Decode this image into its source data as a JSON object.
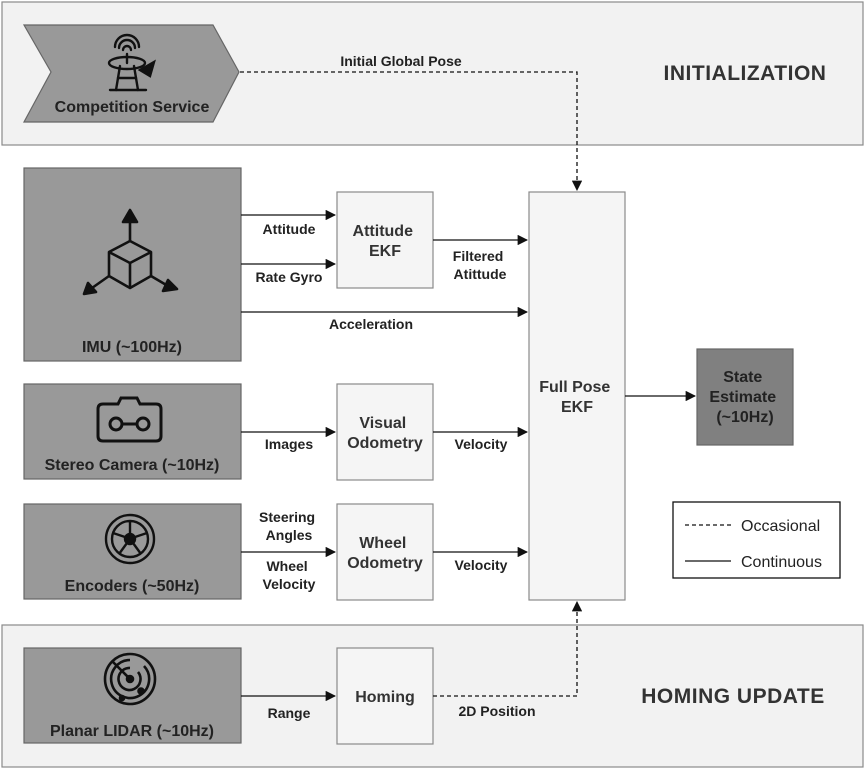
{
  "sections": {
    "initialization": "INITIALIZATION",
    "homing_update": "HOMING UPDATE"
  },
  "sensors": {
    "competition_service": "Competition Service",
    "imu": "IMU (~100Hz)",
    "stereo_camera": "Stereo Camera (~10Hz)",
    "encoders": "Encoders (~50Hz)",
    "planar_lidar": "Planar LIDAR (~10Hz)"
  },
  "processors": {
    "attitude_ekf": [
      "Attitude",
      "EKF"
    ],
    "visual_odometry": [
      "Visual",
      "Odometry"
    ],
    "wheel_odometry": [
      "Wheel",
      "Odometry"
    ],
    "homing": "Homing",
    "full_pose_ekf": [
      "Full Pose",
      "EKF"
    ]
  },
  "output": {
    "state_estimate": [
      "State",
      "Estimate",
      "(~10Hz)"
    ]
  },
  "edges": {
    "initial_global_pose": "Initial Global Pose",
    "attitude": "Attitude",
    "rate_gyro": "Rate Gyro",
    "filtered_attitude": [
      "Filtered",
      "Atittude"
    ],
    "acceleration": "Acceleration",
    "images": "Images",
    "velocity_visual": "Velocity",
    "steering_angles": [
      "Steering",
      "Angles"
    ],
    "wheel_velocity": [
      "Wheel",
      "Velocity"
    ],
    "velocity_wheel": "Velocity",
    "range": "Range",
    "position_2d": "2D Position"
  },
  "legend": {
    "occasional": "Occasional",
    "continuous": "Continuous"
  },
  "icons": {
    "competition_service": "satellite-antenna-icon",
    "imu": "3d-axes-cube-icon",
    "stereo_camera": "stereo-camera-icon",
    "encoders": "wheel-icon",
    "planar_lidar": "radar-icon"
  },
  "colors": {
    "sensor_fill": "#999999",
    "section_fill": "#f2f2f2",
    "process_fill": "#f5f5f5",
    "output_fill": "#808080",
    "line": "#111111"
  }
}
